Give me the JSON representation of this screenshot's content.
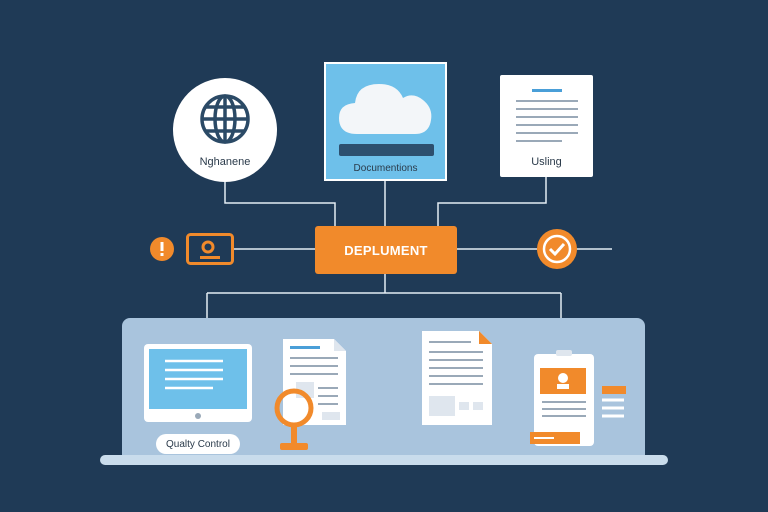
{
  "nodes": {
    "globe_label": "Nghanene",
    "cloud_label": "Documentions",
    "doc_label": "Usling",
    "center_label": "DEPLUMENT",
    "qc_label": "Qualty Control"
  },
  "icons": {
    "globe": "globe-icon",
    "cloud": "cloud-icon",
    "document": "document-icon",
    "alert": "alert-icon",
    "monitor": "small-monitor-icon",
    "check": "check-icon",
    "desktop": "desktop-monitor-icon",
    "report": "report-page-icon",
    "magnifier": "magnifier-icon",
    "folded_doc": "folded-document-icon",
    "mobile": "mobile-device-icon"
  },
  "colors": {
    "background": "#1f3a56",
    "accent": "#f18a2b",
    "cloud_panel": "#6ec0ea",
    "panel": "#a9c4dd",
    "line": "#e3ecf4"
  }
}
